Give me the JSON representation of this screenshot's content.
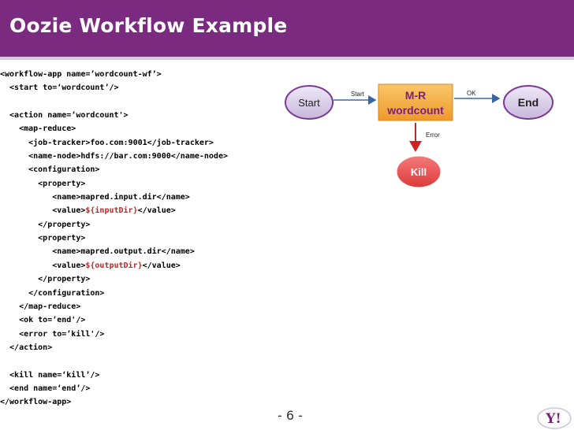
{
  "slide": {
    "title": "Oozie Workflow Example",
    "page_number": "- 6 -",
    "logo_text": "Y!"
  },
  "code_lines": [
    [
      "<workflow-app name=’wordcount-wf’>"
    ],
    [
      "  <start to=‘wordcount’/>"
    ],
    [
      ""
    ],
    [
      "  <action name=’wordcount'>"
    ],
    [
      "    <map-reduce>"
    ],
    [
      "      <job-tracker>foo.com:9001</job-tracker>"
    ],
    [
      "      <name-node>hdfs://bar.com:9000</name-node>"
    ],
    [
      "      <configuration>"
    ],
    [
      "        <property>"
    ],
    [
      "           <name>mapred.input.dir</name>"
    ],
    [
      "           <value>",
      "${inputDir}",
      "</value>"
    ],
    [
      "        </property>"
    ],
    [
      "        <property>"
    ],
    [
      "           <name>mapred.output.dir</name>"
    ],
    [
      "           <value>",
      "${outputDir}",
      "</value>"
    ],
    [
      "        </property>"
    ],
    [
      "      </configuration>"
    ],
    [
      "    </map-reduce>"
    ],
    [
      "    <ok to=’end'/>"
    ],
    [
      "    <error to=’kill'/>"
    ],
    [
      "  </action>"
    ],
    [
      ""
    ],
    [
      "  <kill name=‘kill’/>"
    ],
    [
      "  <end name=‘end’/>"
    ],
    [
      "</workflow-app>"
    ]
  ],
  "diagram": {
    "start_node": "Start",
    "mr_node_line1": "M-R",
    "mr_node_line2": "wordcount",
    "end_node": "End",
    "kill_node": "Kill",
    "edge_start_label": "Start",
    "edge_ok_label": "OK",
    "edge_error_label": "Error"
  },
  "colors": {
    "title_bg": "#7a2a7f",
    "variable": "#cc2222",
    "node_purple": "#7b3a96",
    "node_orange": "#f0a53a",
    "kill_red": "#e54848"
  }
}
